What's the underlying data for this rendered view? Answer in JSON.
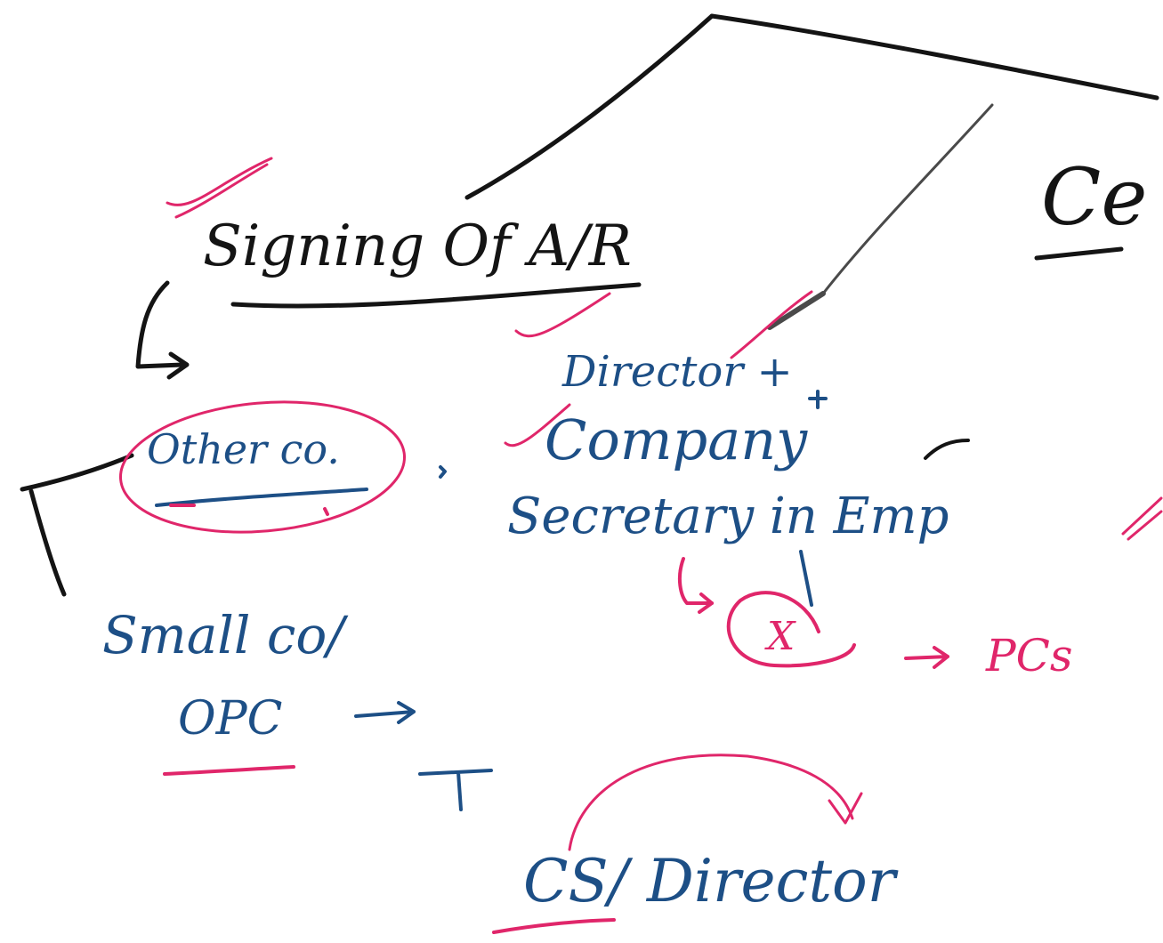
{
  "notes": {
    "title_fragment": "Ce",
    "heading": "Signing Of A/R",
    "other_co": "Other co.",
    "director_plus": "Director +",
    "company": "Company",
    "secretary_in_emp": "Secretary in Emp",
    "x_mark": "X",
    "pcs": "PCs",
    "small_co": "Small co/",
    "opc": "OPC",
    "cs_director": "CS/ Director"
  },
  "colors": {
    "black_ink": "#141414",
    "blue_ink": "#1d4f86",
    "pink_ink": "#e0266a",
    "background": "#ffffff"
  }
}
